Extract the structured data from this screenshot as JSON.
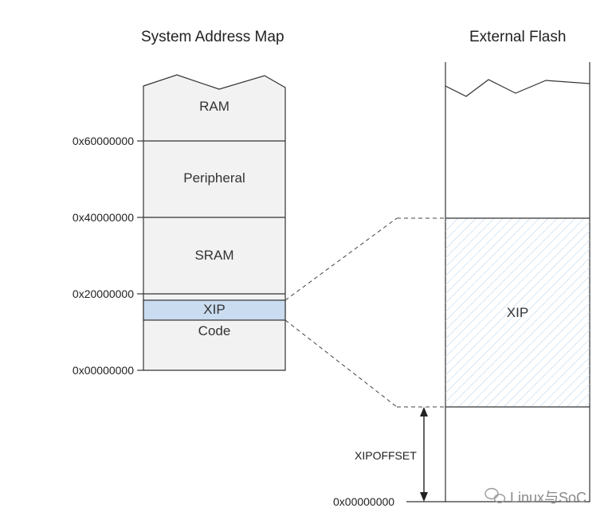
{
  "system_map": {
    "title": "System Address Map",
    "segments": [
      {
        "label": "RAM"
      },
      {
        "label": "Peripheral"
      },
      {
        "label": "SRAM"
      },
      {
        "label": "XIP"
      },
      {
        "label": "Code"
      }
    ],
    "addresses": [
      "0x60000000",
      "0x40000000",
      "0x20000000",
      "0x00000000"
    ]
  },
  "flash": {
    "title": "External Flash",
    "xip_label": "XIP",
    "offset_label": "XIPOFFSET",
    "base_address": "0x00000000"
  },
  "watermark": {
    "text": "Linux与SoC"
  },
  "colors": {
    "box_fill": "#f2f2f2",
    "box_stroke": "#333333",
    "xip_fill": "#c9dcf0",
    "xip_stroke": "#4a7ebb",
    "hatch": "#9dc3e6"
  }
}
